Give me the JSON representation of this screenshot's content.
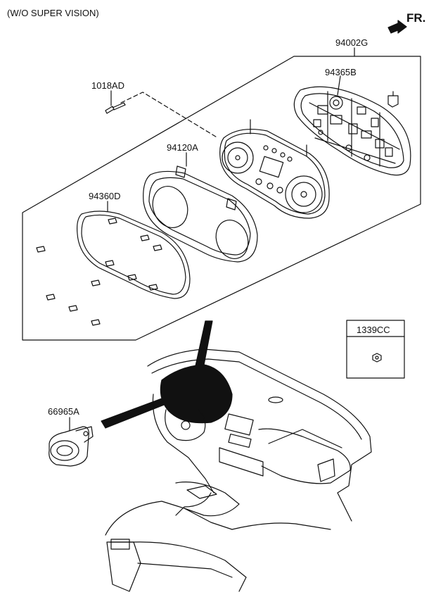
{
  "header": {
    "variant_note": "(W/O SUPER VISION)"
  },
  "direction": {
    "label": "FR."
  },
  "parts": {
    "assembly": "94002G",
    "rear_case": "94365B",
    "screw": "1018AD",
    "gauge_panel": "94120A",
    "front_lens": "94360D",
    "nut_box": "1339CC",
    "buzzer": "66965A"
  },
  "colors": {
    "line": "#111111",
    "background": "#ffffff"
  }
}
